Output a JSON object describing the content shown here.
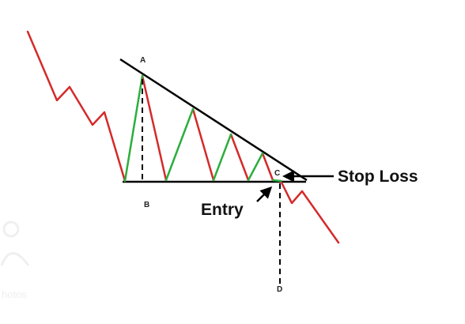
{
  "diagram": {
    "points": {
      "a": "A",
      "b": "B",
      "c": "C",
      "d": "D"
    },
    "annotations": {
      "stop_loss": "Stop Loss",
      "entry": "Entry"
    },
    "watermark": "hotos",
    "colors": {
      "down_leg": "#d42a2a",
      "up_leg": "#2cae3e",
      "trendline": "#000000",
      "guide": "#000000",
      "watermark": "#e3e3e3"
    }
  }
}
